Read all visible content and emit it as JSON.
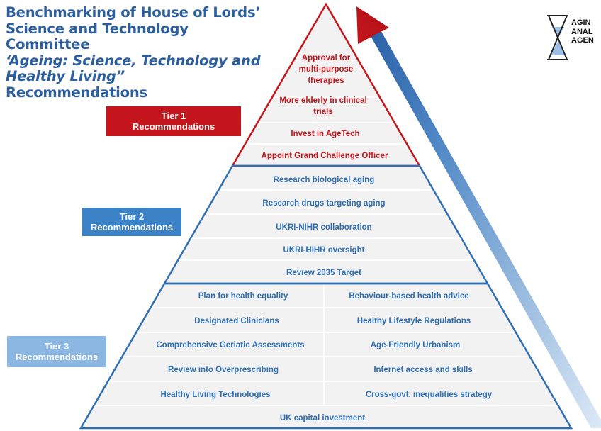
{
  "title": {
    "line1": "Benchmarking of House of Lords’",
    "line2": "Science and Technology Committee",
    "line3": "‘Ageing: Science, Technology and",
    "line4_italic": "Healthy Living”",
    "line4_rest": " Recommendations"
  },
  "logo": {
    "line1": "AGIN",
    "line2": "ANAL",
    "line3": "AGEN"
  },
  "tiers": {
    "tier1": {
      "line1": "Tier 1",
      "line2": "Recommendations"
    },
    "tier2": {
      "line1": "Tier 2",
      "line2": "Recommendations"
    },
    "tier3": {
      "line1": "Tier 3",
      "line2": "Recommendations"
    }
  },
  "tier1_items": {
    "approval": [
      "Approval for",
      "multi-purpose",
      "therapies"
    ],
    "elderly": [
      "More elderly in clinical",
      "trials"
    ],
    "agetech": "Invest in AgeTech",
    "officer": "Appoint Grand Challenge Officer"
  },
  "tier2_items": [
    "Research biological aging",
    "Research drugs targeting aging",
    "UKRI-NIHR collaboration",
    "UKRI-HIHR oversight",
    "Review 2035 Target"
  ],
  "tier3_left": [
    "Plan for health equality",
    "Designated Clinicians",
    "Comprehensive Geriatic Assessments",
    "Review into Overprescribing",
    "Healthy Living Technologies"
  ],
  "tier3_right": [
    "Behaviour-based health advice",
    "Healthy Lifestyle Regulations",
    "Age-Friendly Urbanism",
    "Internet access and skills",
    "Cross-govt. inequalities strategy"
  ],
  "tier3_bottom": "UK capital investment",
  "colors": {
    "tier1": "#c4161c",
    "tier2": "#3c82c6",
    "tier3": "#8cb7e2",
    "title": "#2d5f9f",
    "pyramid_fill": "#f2f2f2"
  }
}
